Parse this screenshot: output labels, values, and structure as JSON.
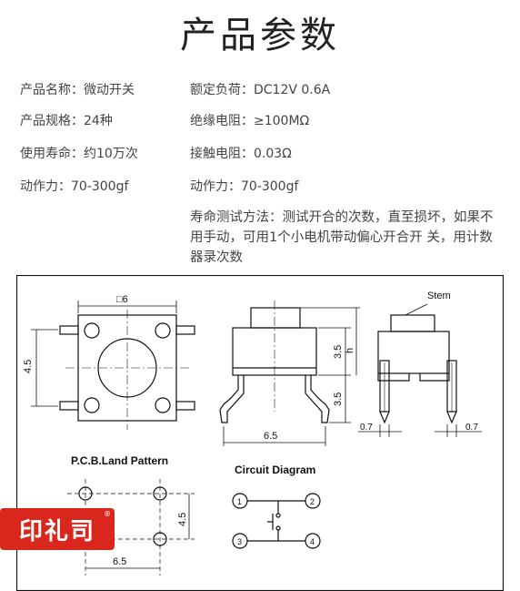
{
  "title": "产品参数",
  "specs": {
    "name": "产品名称：微动开关",
    "size": "产品规格：24种",
    "life": "使用寿命：约10万次",
    "force_left": "动作力：70-300gf",
    "load": "额定负荷：DC12V 0.6A",
    "insulation": "绝缘电阻：≥100MΩ",
    "contact": "接触电阻：0.03Ω",
    "force_right": "动作力：70-300gf"
  },
  "test_method": "寿命测试方法：测试开合的次数，直至损坏，如果不用手动，可用1个小电机带动偏心开合开 关，用计数器录次数",
  "drawing": {
    "top_dim": "□6",
    "side_dim": "4.5",
    "bottom_width": "6.5",
    "dim_35_a": "3.5",
    "dim_h": "h",
    "dim_35_b": "3.5",
    "stem": "Stem",
    "pin_left": "0.7",
    "pin_right": "0.7",
    "pcb_title": "P.C.B.Land Pattern",
    "pcb_dim_h": "4.5",
    "pcb_dim_w": "6.5",
    "circuit_title": "Circuit Diagram",
    "pin1": "1",
    "pin2": "2",
    "pin3": "3",
    "pin4": "4"
  },
  "stamp": {
    "text": "印礼司",
    "mark": "®"
  },
  "colors": {
    "stamp": "#d9271e",
    "text": "#444444",
    "line": "#111111"
  }
}
